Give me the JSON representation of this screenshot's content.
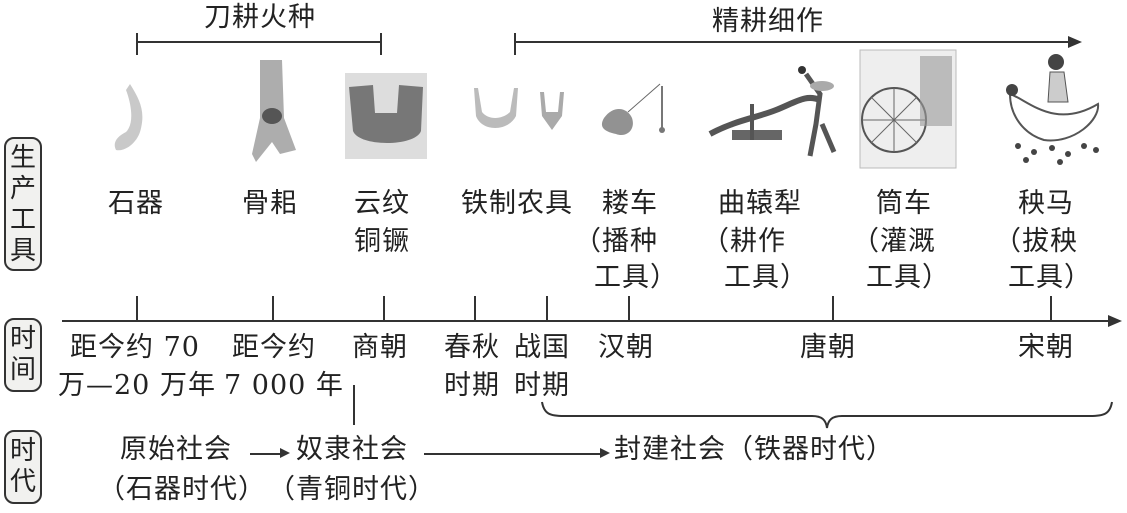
{
  "phases": {
    "slash_burn": "刀耕火种",
    "intensive": "精耕细作"
  },
  "row_labels": {
    "tools": "生产工具",
    "time": "时间",
    "era": "时代"
  },
  "tools": [
    {
      "name": "石器",
      "icon": "stone-tool-icon"
    },
    {
      "name": "骨耜",
      "icon": "bone-spade-icon"
    },
    {
      "name_line1": "云纹",
      "name_line2": "铜镢",
      "icon": "bronze-hoe-icon"
    },
    {
      "name": "铁制农具",
      "icon": "iron-tools-icon"
    },
    {
      "name": "耧车",
      "desc_line1": "（播种",
      "desc_line2": "工具）",
      "icon": "seed-drill-icon"
    },
    {
      "name": "曲辕犁",
      "desc_line1": "（耕作",
      "desc_line2": "工具）",
      "icon": "curved-plow-icon"
    },
    {
      "name": "筒车",
      "desc_line1": "（灌溉",
      "desc_line2": "工具）",
      "icon": "water-wheel-icon"
    },
    {
      "name": "秧马",
      "desc_line1": "（拔秧",
      "desc_line2": "工具）",
      "icon": "rice-horse-icon"
    }
  ],
  "timeline": [
    {
      "line1": "距今约 70",
      "line2": "万—20 万年"
    },
    {
      "line1": "距今约",
      "line2": "7 000 年"
    },
    {
      "line1": "商朝"
    },
    {
      "line1": "春秋",
      "line2": "时期"
    },
    {
      "line1": "战国",
      "line2": "时期"
    },
    {
      "line1": "汉朝"
    },
    {
      "line1": "唐朝"
    },
    {
      "line1": "宋朝"
    }
  ],
  "eras": [
    {
      "name": "原始社会",
      "sub": "（石器时代）"
    },
    {
      "name": "奴隶社会",
      "sub": "（青铜时代）"
    },
    {
      "name": "封建社会（铁器时代）"
    }
  ],
  "colors": {
    "ink": "#222222",
    "label_bg": "#f1f1ef"
  }
}
